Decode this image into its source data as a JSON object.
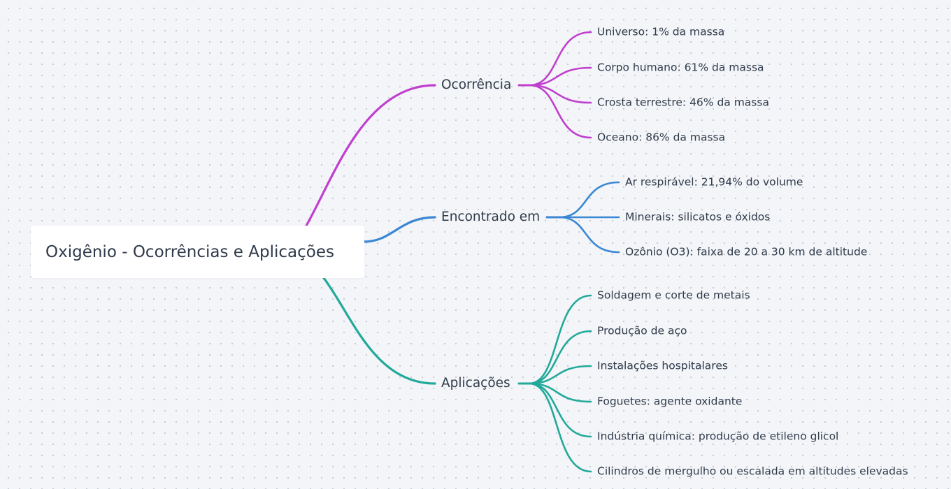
{
  "root": {
    "title": "Oxigênio - Ocorrências e Aplicações"
  },
  "branches": [
    {
      "label": "Ocorrência",
      "color": "#c03fcf",
      "children": [
        "Universo: 1% da massa",
        "Corpo humano: 61% da massa",
        "Crosta terrestre: 46% da massa",
        "Oceano: 86% da massa"
      ]
    },
    {
      "label": "Encontrado em",
      "color": "#3b87d4",
      "children": [
        "Ar respirável: 21,94% do volume",
        "Minerais: silicatos e óxidos",
        "Ozônio (O3): faixa de 20 a 30 km de altitude"
      ]
    },
    {
      "label": "Aplicações",
      "color": "#22a99a",
      "children": [
        "Soldagem e corte de metais",
        "Produção de aço",
        "Instalações hospitalares",
        "Foguetes: agente oxidante",
        "Indústria química: produção de etileno glicol",
        "Cilindros de mergulho ou escalada em altitudes elevadas"
      ]
    }
  ]
}
